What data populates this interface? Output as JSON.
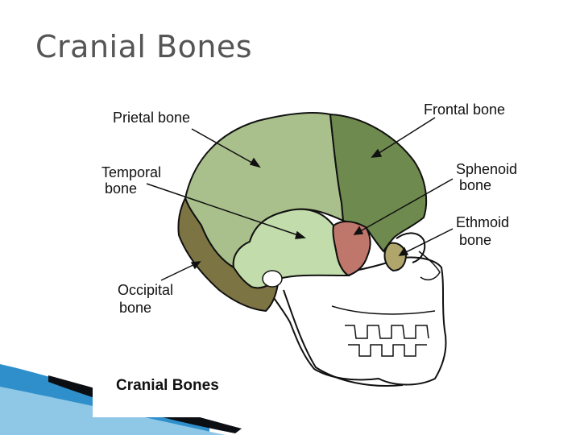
{
  "slide": {
    "title": "Cranial Bones"
  },
  "figure": {
    "caption": "Cranial Bones",
    "labels": {
      "parietal": {
        "line1": "Prietal bone",
        "line2": ""
      },
      "frontal": {
        "line1": "Frontal bone",
        "line2": ""
      },
      "temporal": {
        "line1": "Temporal",
        "line2": "bone"
      },
      "sphenoid": {
        "line1": "Sphenoid",
        "line2": "bone"
      },
      "ethmoid": {
        "line1": "Ethmoid",
        "line2": "bone"
      },
      "occipital": {
        "line1": "Occipital",
        "line2": "bone"
      }
    },
    "colors": {
      "parietal": "#a9c08c",
      "frontal": "#6e8a4e",
      "temporal": "#c3dcab",
      "sphenoid": "#c0776b",
      "occipital": "#7d7444",
      "ethmoid": "#b0a56b",
      "outline": "#111111"
    }
  },
  "decor": {
    "accent_blue": "#2e8fcb",
    "accent_dark": "#0b0f14"
  }
}
